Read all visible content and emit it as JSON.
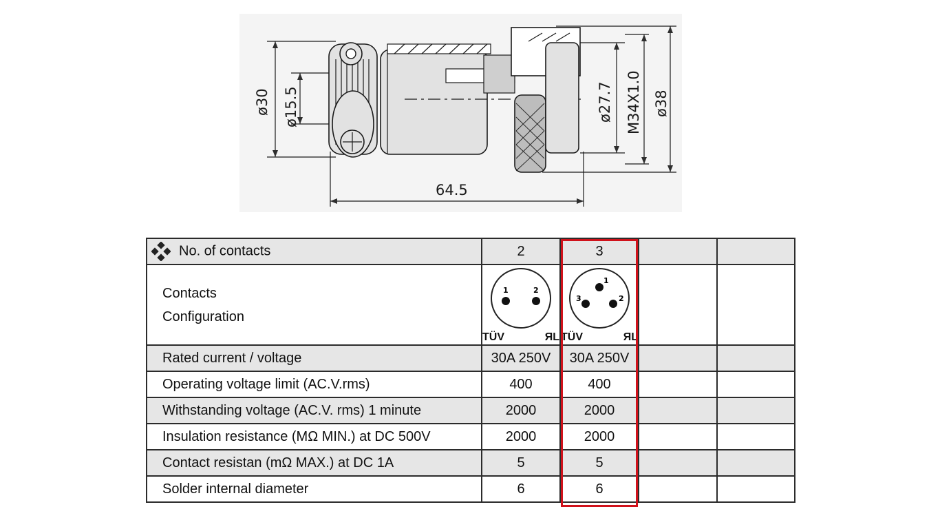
{
  "drawing": {
    "dims": {
      "d30": "ø30",
      "d15_5": "ø15.5",
      "d27_7": "ø27.7",
      "thread": "M34X1.0",
      "d38": "ø38",
      "length": "64.5"
    }
  },
  "table": {
    "header": {
      "label": "No. of contacts",
      "col2": "2",
      "col3": "3"
    },
    "config": {
      "label_line1": "Contacts",
      "label_line2": "Configuration",
      "col2_pins": [
        "1",
        "2"
      ],
      "col3_pins": [
        "1",
        "2",
        "3"
      ],
      "cert_tuv": "TÜV",
      "cert_ul": "ЯL"
    },
    "rows": [
      {
        "label": "Rated current / voltage",
        "col2": "30A 250V",
        "col3": "30A 250V"
      },
      {
        "label": "Operating voltage limit (AC.V.rms)",
        "col2": "400",
        "col3": "400"
      },
      {
        "label": "Withstanding voltage (AC.V. rms) 1 minute",
        "col2": "2000",
        "col3": "2000"
      },
      {
        "label": "Insulation resistance (MΩ MIN.) at DC 500V",
        "col2": "2000",
        "col3": "2000"
      },
      {
        "label": "Contact resistan (mΩ MAX.) at DC 1A",
        "col2": "5",
        "col3": "5"
      },
      {
        "label": "Solder internal diameter",
        "col2": "6",
        "col3": "6"
      }
    ]
  },
  "colors": {
    "highlight": "#d0121b",
    "row_gray": "#e6e6e6"
  }
}
